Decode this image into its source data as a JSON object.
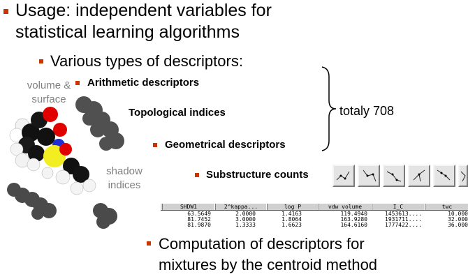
{
  "bullets": {
    "usage_line1": "Usage: independent variables for",
    "usage_line2": "statistical learning algorithms",
    "types": "Various types of descriptors:",
    "arithmetic": "Arithmetic descriptors",
    "topological": "Topological indices",
    "geometrical": "Geometrical descriptors",
    "substructure": "Substructure counts",
    "computation_line1": "Computation of descriptors for",
    "computation_line2": "mixtures by the centroid method"
  },
  "labels": {
    "volume_line1": "volume &",
    "volume_line2": "surface",
    "shadow_line1": "shadow",
    "shadow_line2": "indices",
    "total": "totaly 708"
  },
  "table": {
    "headers": [
      "SHDW1",
      "2^kappa...",
      "log P",
      "vdw volume",
      "I_C",
      "twc"
    ],
    "rows": [
      [
        "63.5649",
        "2.0000",
        "1.4163",
        "119.4940",
        "1453613....",
        "10.000"
      ],
      [
        "81.7452",
        "3.0000",
        "1.8064",
        "163.9280",
        "1931711....",
        "32.000"
      ],
      [
        "81.9870",
        "1.3333",
        "1.6623",
        "164.6160",
        "1777422....",
        "36.000"
      ]
    ]
  },
  "colors": {
    "bullet": "#cc3300",
    "grey_text": "#808080"
  }
}
